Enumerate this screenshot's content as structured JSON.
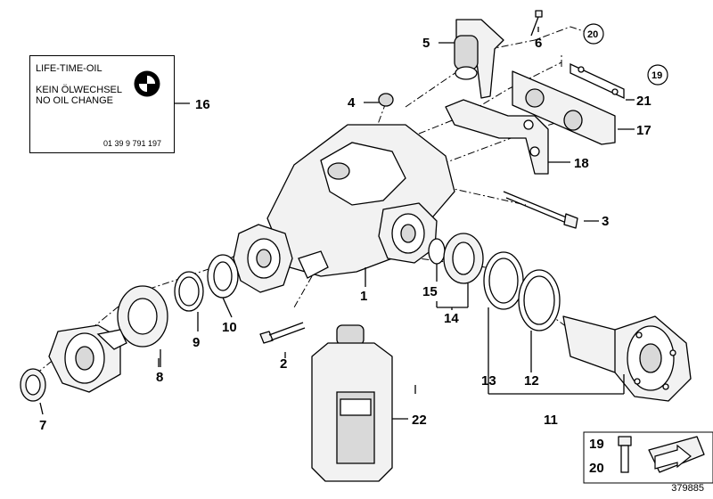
{
  "label_box": {
    "title": "LIFE-TIME-OIL",
    "line1": "KEIN ÖLWECHSEL",
    "line2": "NO OIL CHANGE",
    "part_number": "01 39 9 791 197"
  },
  "callouts": {
    "c1": "1",
    "c2": "2",
    "c3": "3",
    "c4": "4",
    "c5": "5",
    "c6": "6",
    "c7": "7",
    "c8": "8",
    "c9": "9",
    "c10": "10",
    "c11": "11",
    "c12": "12",
    "c13": "13",
    "c14": "14",
    "c15": "15",
    "c16": "16",
    "c17": "17",
    "c18": "18",
    "c19": "19",
    "c20": "20",
    "c21": "21",
    "c22": "22",
    "legend19": "19",
    "legend20": "20"
  },
  "figure_id": "379885",
  "icons": [
    "bmw-logo-icon",
    "oil-bottle-icon",
    "bolt-icon",
    "arrow-icon"
  ]
}
